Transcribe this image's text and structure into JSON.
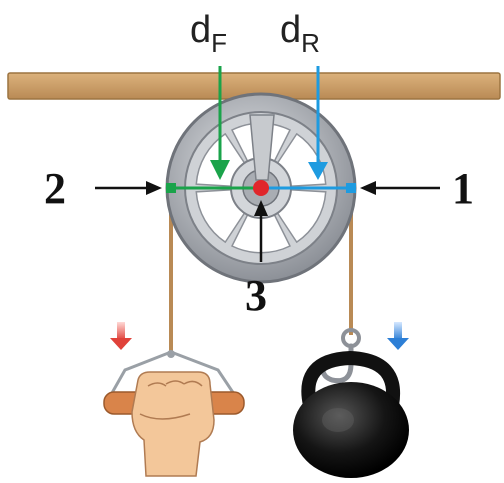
{
  "labels": {
    "dF_main": "d",
    "dF_sub": "F",
    "dR_main": "d",
    "dR_sub": "R",
    "point_1": "1",
    "point_2": "2",
    "point_3": "3"
  },
  "colors": {
    "beam": "#c9a069",
    "beam_edge": "#9c7440",
    "pulley": "#b9bcc2",
    "pulley_dark": "#7d8188",
    "rope": "#b98a55",
    "dF_arrow": "#1aa34a",
    "dR_arrow": "#1e9be0",
    "center_dot": "#e0262b",
    "pointer": "#111111",
    "force_red": "#e0423a",
    "force_blue": "#2d7fd6",
    "skin": "#f3c79a",
    "handle_grip": "#d9844a",
    "kettlebell": "#111111"
  }
}
